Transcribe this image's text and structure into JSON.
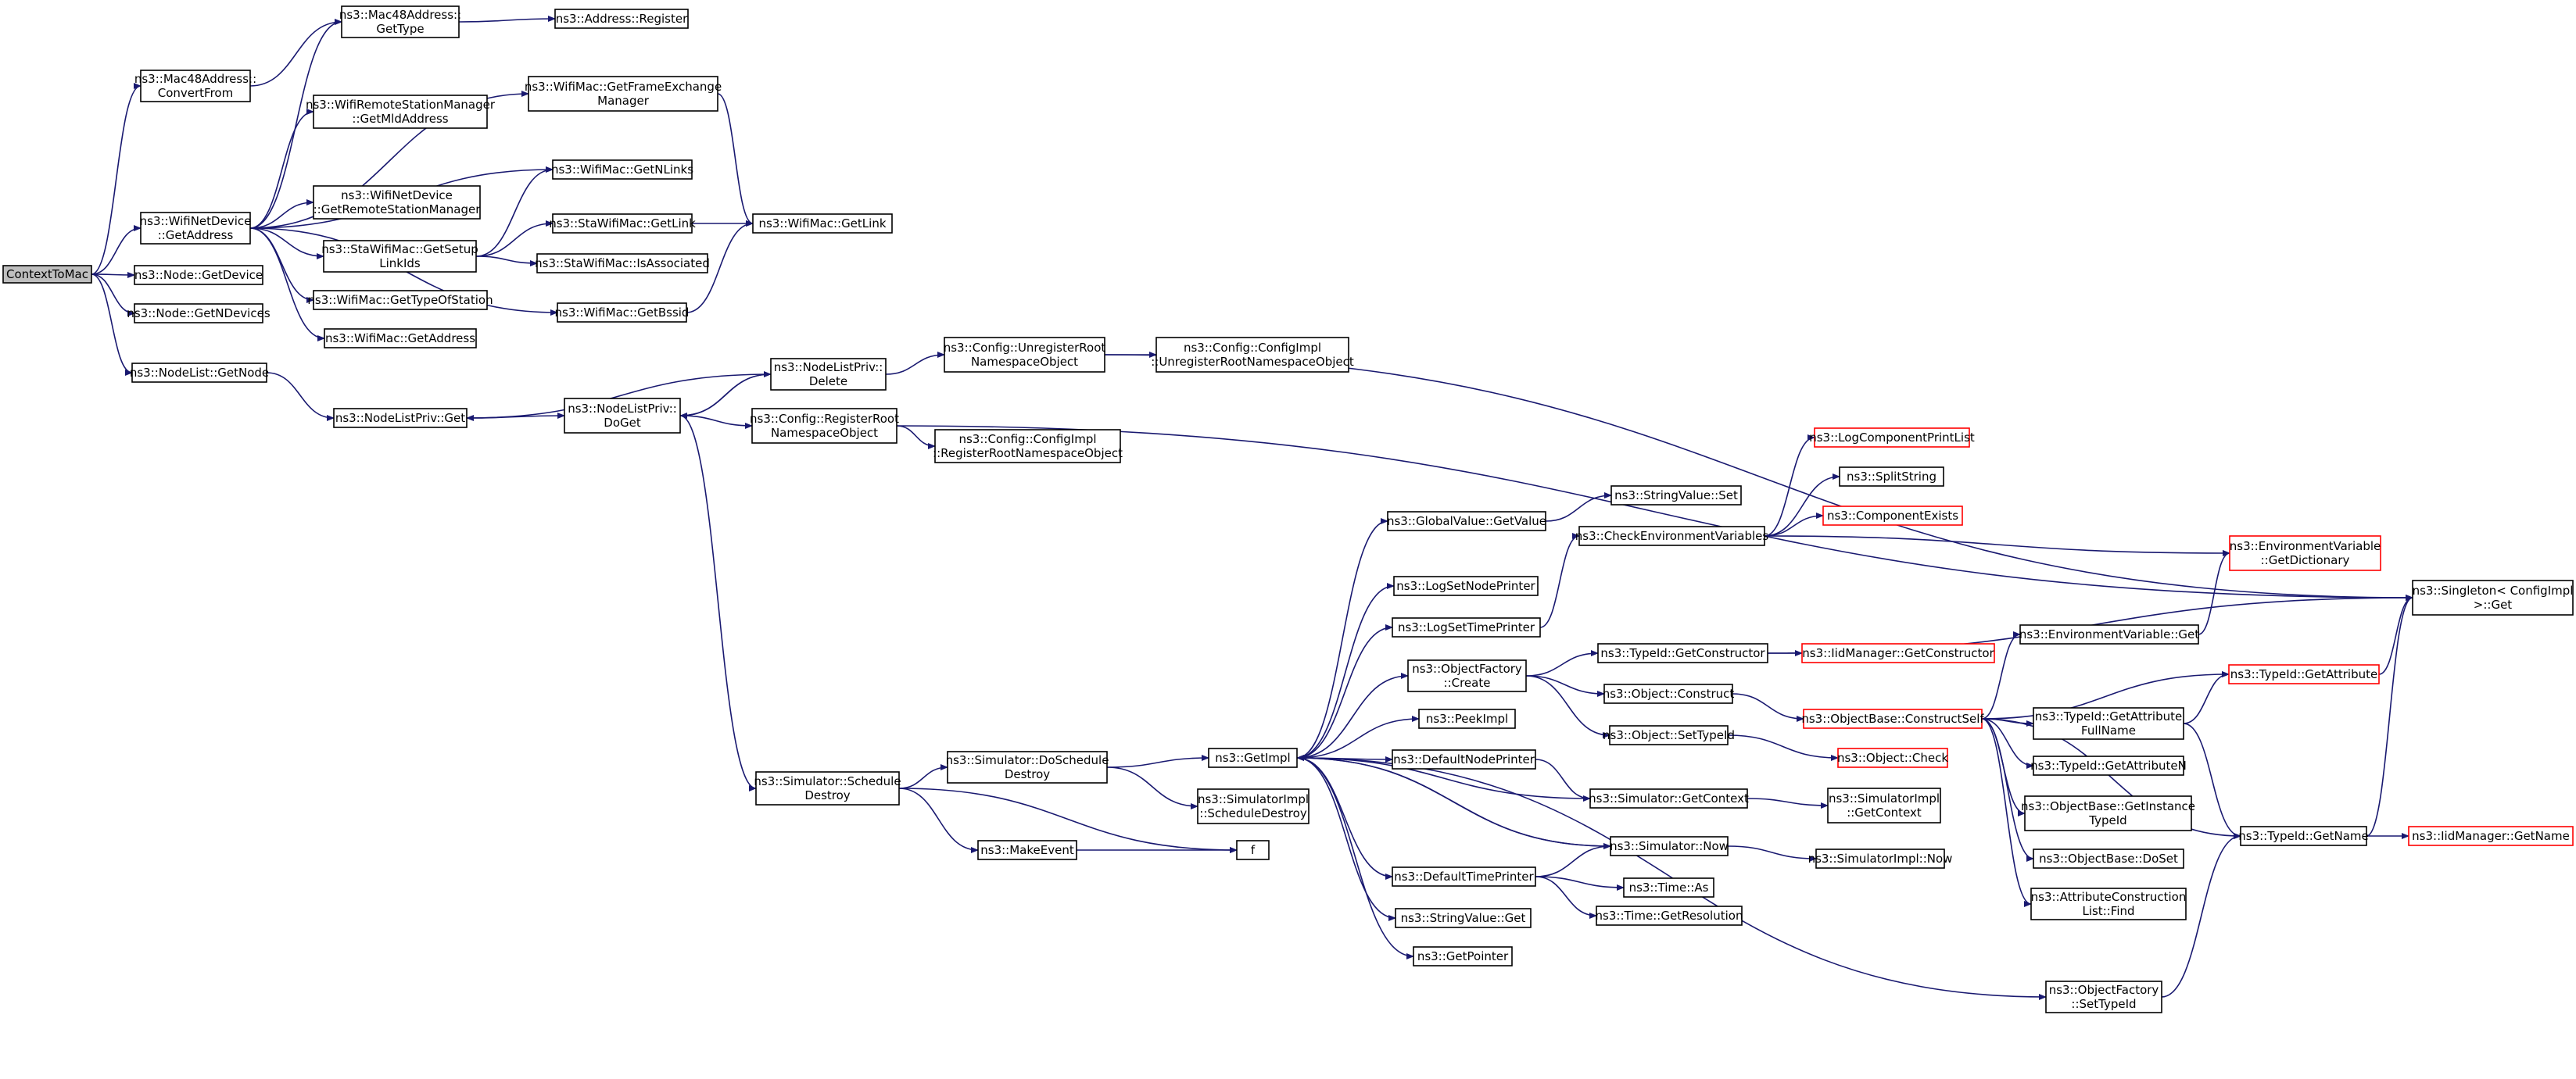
{
  "colors": {
    "edge": "#191970",
    "node_border": "#000000",
    "node_border_truncated": "#ff0000",
    "node_fill": "#ffffff",
    "root_fill": "#bfbfbf"
  },
  "nodes": [
    {
      "id": "n0",
      "lines": [
        "ContextToMac"
      ],
      "root": true
    },
    {
      "id": "n1",
      "lines": [
        "ns3::Mac48Address::",
        "ConvertFrom"
      ]
    },
    {
      "id": "n2",
      "lines": [
        "ns3::Mac48Address::",
        "GetType"
      ]
    },
    {
      "id": "n3",
      "lines": [
        "ns3::Address::Register"
      ]
    },
    {
      "id": "n4",
      "lines": [
        "ns3::WifiNetDevice",
        "::GetAddress"
      ]
    },
    {
      "id": "n5",
      "lines": [
        "ns3::WifiMac::GetFrameExchange",
        "Manager"
      ]
    },
    {
      "id": "n6",
      "lines": [
        "ns3::WifiRemoteStationManager",
        "::GetMldAddress"
      ]
    },
    {
      "id": "n7",
      "lines": [
        "ns3::WifiMac::GetNLinks"
      ]
    },
    {
      "id": "n8",
      "lines": [
        "ns3::WifiNetDevice",
        "::GetRemoteStationManager"
      ]
    },
    {
      "id": "n9",
      "lines": [
        "ns3::StaWifiMac::GetLink"
      ]
    },
    {
      "id": "n10",
      "lines": [
        "ns3::WifiMac::GetLink"
      ]
    },
    {
      "id": "n11",
      "lines": [
        "ns3::StaWifiMac::GetSetup",
        "LinkIds"
      ]
    },
    {
      "id": "n12",
      "lines": [
        "ns3::StaWifiMac::IsAssociated"
      ]
    },
    {
      "id": "n13",
      "lines": [
        "ns3::WifiMac::GetTypeOfStation"
      ]
    },
    {
      "id": "n14",
      "lines": [
        "ns3::WifiMac::GetBssid"
      ]
    },
    {
      "id": "n15",
      "lines": [
        "ns3::WifiMac::GetAddress"
      ]
    },
    {
      "id": "n16",
      "lines": [
        "ns3::Node::GetDevice"
      ]
    },
    {
      "id": "n17",
      "lines": [
        "ns3::Node::GetNDevices"
      ]
    },
    {
      "id": "n18",
      "lines": [
        "ns3::NodeList::GetNode"
      ]
    },
    {
      "id": "n19",
      "lines": [
        "ns3::NodeListPriv::Get"
      ]
    },
    {
      "id": "n20",
      "lines": [
        "ns3::NodeListPriv::",
        "DoGet"
      ]
    },
    {
      "id": "n21",
      "lines": [
        "ns3::NodeListPriv::",
        "Delete"
      ]
    },
    {
      "id": "n22",
      "lines": [
        "ns3::Config::UnregisterRoot",
        "NamespaceObject"
      ]
    },
    {
      "id": "n23",
      "lines": [
        "ns3::Config::ConfigImpl",
        "::UnregisterRootNamespaceObject"
      ]
    },
    {
      "id": "n24",
      "lines": [
        "ns3::Config::RegisterRoot",
        "NamespaceObject"
      ]
    },
    {
      "id": "n25",
      "lines": [
        "ns3::Config::ConfigImpl",
        "::RegisterRootNamespaceObject"
      ]
    },
    {
      "id": "n26",
      "lines": [
        "ns3::Singleton< ConfigImpl",
        " >::Get"
      ]
    },
    {
      "id": "n27",
      "lines": [
        "ns3::LogComponentPrintList"
      ],
      "truncated": true
    },
    {
      "id": "n28",
      "lines": [
        "ns3::SplitString"
      ]
    },
    {
      "id": "n29",
      "lines": [
        "ns3::ComponentExists"
      ],
      "truncated": true
    },
    {
      "id": "n30",
      "lines": [
        "ns3::StringValue::Set"
      ]
    },
    {
      "id": "n31",
      "lines": [
        "ns3::GlobalValue::GetValue"
      ]
    },
    {
      "id": "n32",
      "lines": [
        "ns3::CheckEnvironmentVariables"
      ]
    },
    {
      "id": "n33",
      "lines": [
        "ns3::EnvironmentVariable",
        "::GetDictionary"
      ],
      "truncated": true
    },
    {
      "id": "n34",
      "lines": [
        "ns3::LogSetNodePrinter"
      ]
    },
    {
      "id": "n35",
      "lines": [
        "ns3::LogSetTimePrinter"
      ]
    },
    {
      "id": "n36",
      "lines": [
        "ns3::EnvironmentVariable::Get"
      ]
    },
    {
      "id": "n37",
      "lines": [
        "ns3::ObjectFactory",
        "::Create"
      ]
    },
    {
      "id": "n38",
      "lines": [
        "ns3::TypeId::GetConstructor"
      ]
    },
    {
      "id": "n39",
      "lines": [
        "ns3::IidManager::GetConstructor"
      ],
      "truncated": true
    },
    {
      "id": "n40",
      "lines": [
        "ns3::TypeId::GetAttribute"
      ],
      "truncated": true
    },
    {
      "id": "n41",
      "lines": [
        "ns3::Object::Construct"
      ]
    },
    {
      "id": "n42",
      "lines": [
        "ns3::ObjectBase::ConstructSelf"
      ],
      "truncated": true
    },
    {
      "id": "n43",
      "lines": [
        "ns3::TypeId::GetAttribute",
        "FullName"
      ]
    },
    {
      "id": "n44",
      "lines": [
        "ns3::PeekImpl"
      ]
    },
    {
      "id": "n45",
      "lines": [
        "ns3::Object::SetTypeId"
      ]
    },
    {
      "id": "n46",
      "lines": [
        "ns3::Object::Check"
      ],
      "truncated": true
    },
    {
      "id": "n47",
      "lines": [
        "ns3::TypeId::GetAttributeN"
      ]
    },
    {
      "id": "n48",
      "lines": [
        "ns3::Simulator::DoSchedule",
        "Destroy"
      ]
    },
    {
      "id": "n49",
      "lines": [
        "ns3::GetImpl"
      ]
    },
    {
      "id": "n50",
      "lines": [
        "ns3::DefaultNodePrinter"
      ]
    },
    {
      "id": "n51",
      "lines": [
        "ns3::Simulator::Schedule",
        "Destroy"
      ]
    },
    {
      "id": "n52",
      "lines": [
        "ns3::SimulatorImpl",
        "::ScheduleDestroy"
      ]
    },
    {
      "id": "n53",
      "lines": [
        "ns3::Simulator::GetContext"
      ]
    },
    {
      "id": "n54",
      "lines": [
        "ns3::SimulatorImpl",
        "::GetContext"
      ]
    },
    {
      "id": "n55",
      "lines": [
        "ns3::ObjectBase::GetInstance",
        "TypeId"
      ]
    },
    {
      "id": "n56",
      "lines": [
        "ns3::TypeId::GetName"
      ]
    },
    {
      "id": "n57",
      "lines": [
        "ns3::IidManager::GetName"
      ],
      "truncated": true
    },
    {
      "id": "n58",
      "lines": [
        "ns3::MakeEvent"
      ]
    },
    {
      "id": "n59",
      "lines": [
        "f"
      ]
    },
    {
      "id": "n60",
      "lines": [
        "ns3::Simulator::Now"
      ]
    },
    {
      "id": "n61",
      "lines": [
        "ns3::SimulatorImpl::Now"
      ]
    },
    {
      "id": "n62",
      "lines": [
        "ns3::ObjectBase::DoSet"
      ]
    },
    {
      "id": "n63",
      "lines": [
        "ns3::DefaultTimePrinter"
      ]
    },
    {
      "id": "n64",
      "lines": [
        "ns3::Time::As"
      ]
    },
    {
      "id": "n65",
      "lines": [
        "ns3::AttributeConstruction",
        "List::Find"
      ]
    },
    {
      "id": "n66",
      "lines": [
        "ns3::StringValue::Get"
      ]
    },
    {
      "id": "n67",
      "lines": [
        "ns3::Time::GetResolution"
      ]
    },
    {
      "id": "n68",
      "lines": [
        "ns3::GetPointer"
      ]
    },
    {
      "id": "n69",
      "lines": [
        "ns3::ObjectFactory",
        "::SetTypeId"
      ]
    }
  ],
  "edges": [
    [
      "n0",
      "n1"
    ],
    [
      "n0",
      "n4"
    ],
    [
      "n0",
      "n16"
    ],
    [
      "n0",
      "n17"
    ],
    [
      "n0",
      "n18"
    ],
    [
      "n1",
      "n2"
    ],
    [
      "n2",
      "n3"
    ],
    [
      "n4",
      "n2"
    ],
    [
      "n4",
      "n5"
    ],
    [
      "n4",
      "n6"
    ],
    [
      "n4",
      "n7"
    ],
    [
      "n4",
      "n8"
    ],
    [
      "n4",
      "n11"
    ],
    [
      "n4",
      "n13"
    ],
    [
      "n4",
      "n14"
    ],
    [
      "n4",
      "n15"
    ],
    [
      "n5",
      "n10"
    ],
    [
      "n11",
      "n7"
    ],
    [
      "n11",
      "n9"
    ],
    [
      "n11",
      "n12"
    ],
    [
      "n9",
      "n10"
    ],
    [
      "n14",
      "n10"
    ],
    [
      "n18",
      "n19"
    ],
    [
      "n19",
      "n20"
    ],
    [
      "n20",
      "n21"
    ],
    [
      "n21",
      "n20"
    ],
    [
      "n21",
      "n19"
    ],
    [
      "n21",
      "n22"
    ],
    [
      "n20",
      "n24"
    ],
    [
      "n20",
      "n51"
    ],
    [
      "n22",
      "n23"
    ],
    [
      "n22",
      "n26"
    ],
    [
      "n24",
      "n25"
    ],
    [
      "n24",
      "n26"
    ],
    [
      "n51",
      "n48"
    ],
    [
      "n51",
      "n58"
    ],
    [
      "n51",
      "n59"
    ],
    [
      "n58",
      "n59"
    ],
    [
      "n48",
      "n49"
    ],
    [
      "n48",
      "n52"
    ],
    [
      "n49",
      "n31"
    ],
    [
      "n49",
      "n34"
    ],
    [
      "n49",
      "n35"
    ],
    [
      "n49",
      "n37"
    ],
    [
      "n49",
      "n44"
    ],
    [
      "n49",
      "n50"
    ],
    [
      "n49",
      "n60"
    ],
    [
      "n49",
      "n63"
    ],
    [
      "n49",
      "n66"
    ],
    [
      "n49",
      "n68"
    ],
    [
      "n49",
      "n69"
    ],
    [
      "n31",
      "n30"
    ],
    [
      "n35",
      "n32"
    ],
    [
      "n32",
      "n27"
    ],
    [
      "n32",
      "n28"
    ],
    [
      "n32",
      "n29"
    ],
    [
      "n32",
      "n33"
    ],
    [
      "n37",
      "n38"
    ],
    [
      "n37",
      "n41"
    ],
    [
      "n37",
      "n45"
    ],
    [
      "n38",
      "n39"
    ],
    [
      "n38",
      "n26"
    ],
    [
      "n41",
      "n42"
    ],
    [
      "n45",
      "n46"
    ],
    [
      "n42",
      "n36"
    ],
    [
      "n42",
      "n40"
    ],
    [
      "n42",
      "n43"
    ],
    [
      "n42",
      "n47"
    ],
    [
      "n42",
      "n55"
    ],
    [
      "n42",
      "n62"
    ],
    [
      "n42",
      "n65"
    ],
    [
      "n42",
      "n56"
    ],
    [
      "n36",
      "n33"
    ],
    [
      "n43",
      "n40"
    ],
    [
      "n43",
      "n56"
    ],
    [
      "n40",
      "n26"
    ],
    [
      "n56",
      "n26"
    ],
    [
      "n56",
      "n57"
    ],
    [
      "n50",
      "n53"
    ],
    [
      "n53",
      "n49"
    ],
    [
      "n53",
      "n54"
    ],
    [
      "n60",
      "n49"
    ],
    [
      "n60",
      "n61"
    ],
    [
      "n63",
      "n60"
    ],
    [
      "n63",
      "n64"
    ],
    [
      "n63",
      "n67"
    ],
    [
      "n69",
      "n56"
    ]
  ]
}
